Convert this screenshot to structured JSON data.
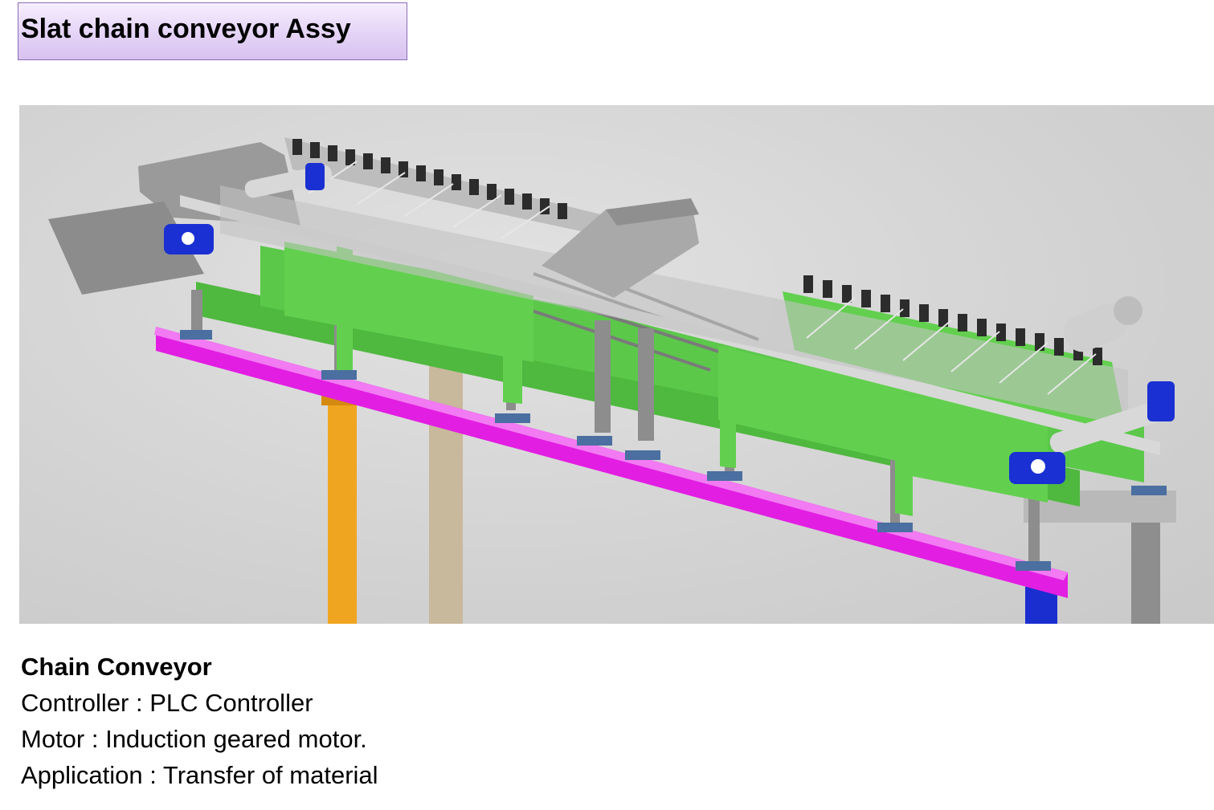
{
  "title": "Slat chain conveyor Assy",
  "image": {
    "subject": "conveyor-3d-render",
    "colors": {
      "frame": "#58c445",
      "beam": "#e020e0",
      "bearing": "#1830d0",
      "slats": "#c9c9c9",
      "post_orange": "#f0a520",
      "post_tan": "#c8b89c",
      "background": "#d6d6d6"
    }
  },
  "specs": {
    "heading": "Chain Conveyor",
    "controller": "Controller :  PLC Controller",
    "motor": "Motor :  Induction geared motor.",
    "application": "Application :  Transfer of material"
  }
}
